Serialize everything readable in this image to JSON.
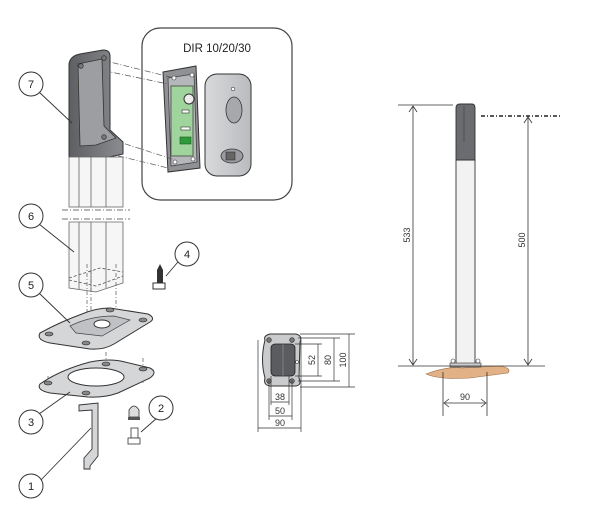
{
  "inset": {
    "title": "DIR 10/20/30"
  },
  "callouts": [
    {
      "number": "7",
      "part": "column-cap"
    },
    {
      "number": "6",
      "part": "column-profile"
    },
    {
      "number": "5",
      "part": "base-plate"
    },
    {
      "number": "4",
      "part": "screw"
    },
    {
      "number": "3",
      "part": "counter-plate"
    },
    {
      "number": "2",
      "part": "bolt-and-nut"
    },
    {
      "number": "1",
      "part": "anchor-bracket"
    }
  ],
  "base_dimensions": {
    "d38": "38",
    "d50": "50",
    "d90": "90",
    "d52": "52",
    "d80": "80",
    "d100": "100"
  },
  "side_dimensions": {
    "total_height": "533",
    "sensor_height": "500",
    "base_width": "90"
  },
  "colors": {
    "cap": "#6b6d70",
    "board": "#8fcf8f",
    "ground": "#e6b48a",
    "line": "#333333"
  }
}
